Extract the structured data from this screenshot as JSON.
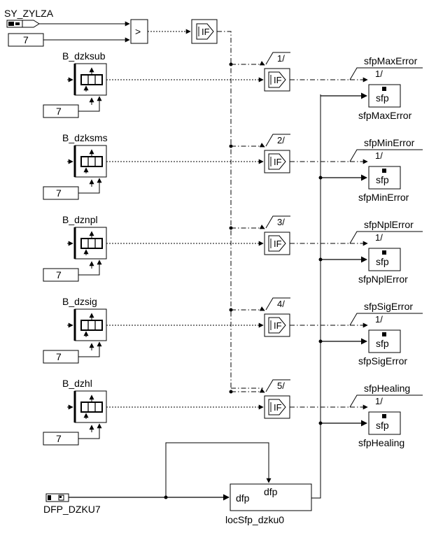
{
  "input_signal": {
    "label": "SY_ZYLZA"
  },
  "compare_const": "7",
  "compare_op": ">",
  "if_label": "IF",
  "blocks": [
    {
      "label": "B_dzksub",
      "const": "7",
      "branch": "1/",
      "sfp_top": "sfpMaxError",
      "sfp_index": "1/",
      "sfp_box": "sfp",
      "sfp_bottom": "sfpMaxError"
    },
    {
      "label": "B_dzksms",
      "const": "7",
      "branch": "2/",
      "sfp_top": "sfpMinError",
      "sfp_index": "1/",
      "sfp_box": "sfp",
      "sfp_bottom": "sfpMinError"
    },
    {
      "label": "B_dznpl",
      "const": "7",
      "branch": "3/",
      "sfp_top": "sfpNplError",
      "sfp_index": "1/",
      "sfp_box": "sfp",
      "sfp_bottom": "sfpNplError"
    },
    {
      "label": "B_dzsig",
      "const": "7",
      "branch": "4/",
      "sfp_top": "sfpSigError",
      "sfp_index": "1/",
      "sfp_box": "sfp",
      "sfp_bottom": "sfpSigError"
    },
    {
      "label": "B_dzhl",
      "const": "7",
      "branch": "5/",
      "sfp_top": "sfpHealing",
      "sfp_index": "1/",
      "sfp_box": "sfp",
      "sfp_bottom": "sfpHealing"
    }
  ],
  "dfp_input": {
    "label": "DFP_DZKU7"
  },
  "dfp_block": {
    "left_label": "dfp",
    "right_label": "dfp",
    "instance": "locSfp_dzku0"
  }
}
